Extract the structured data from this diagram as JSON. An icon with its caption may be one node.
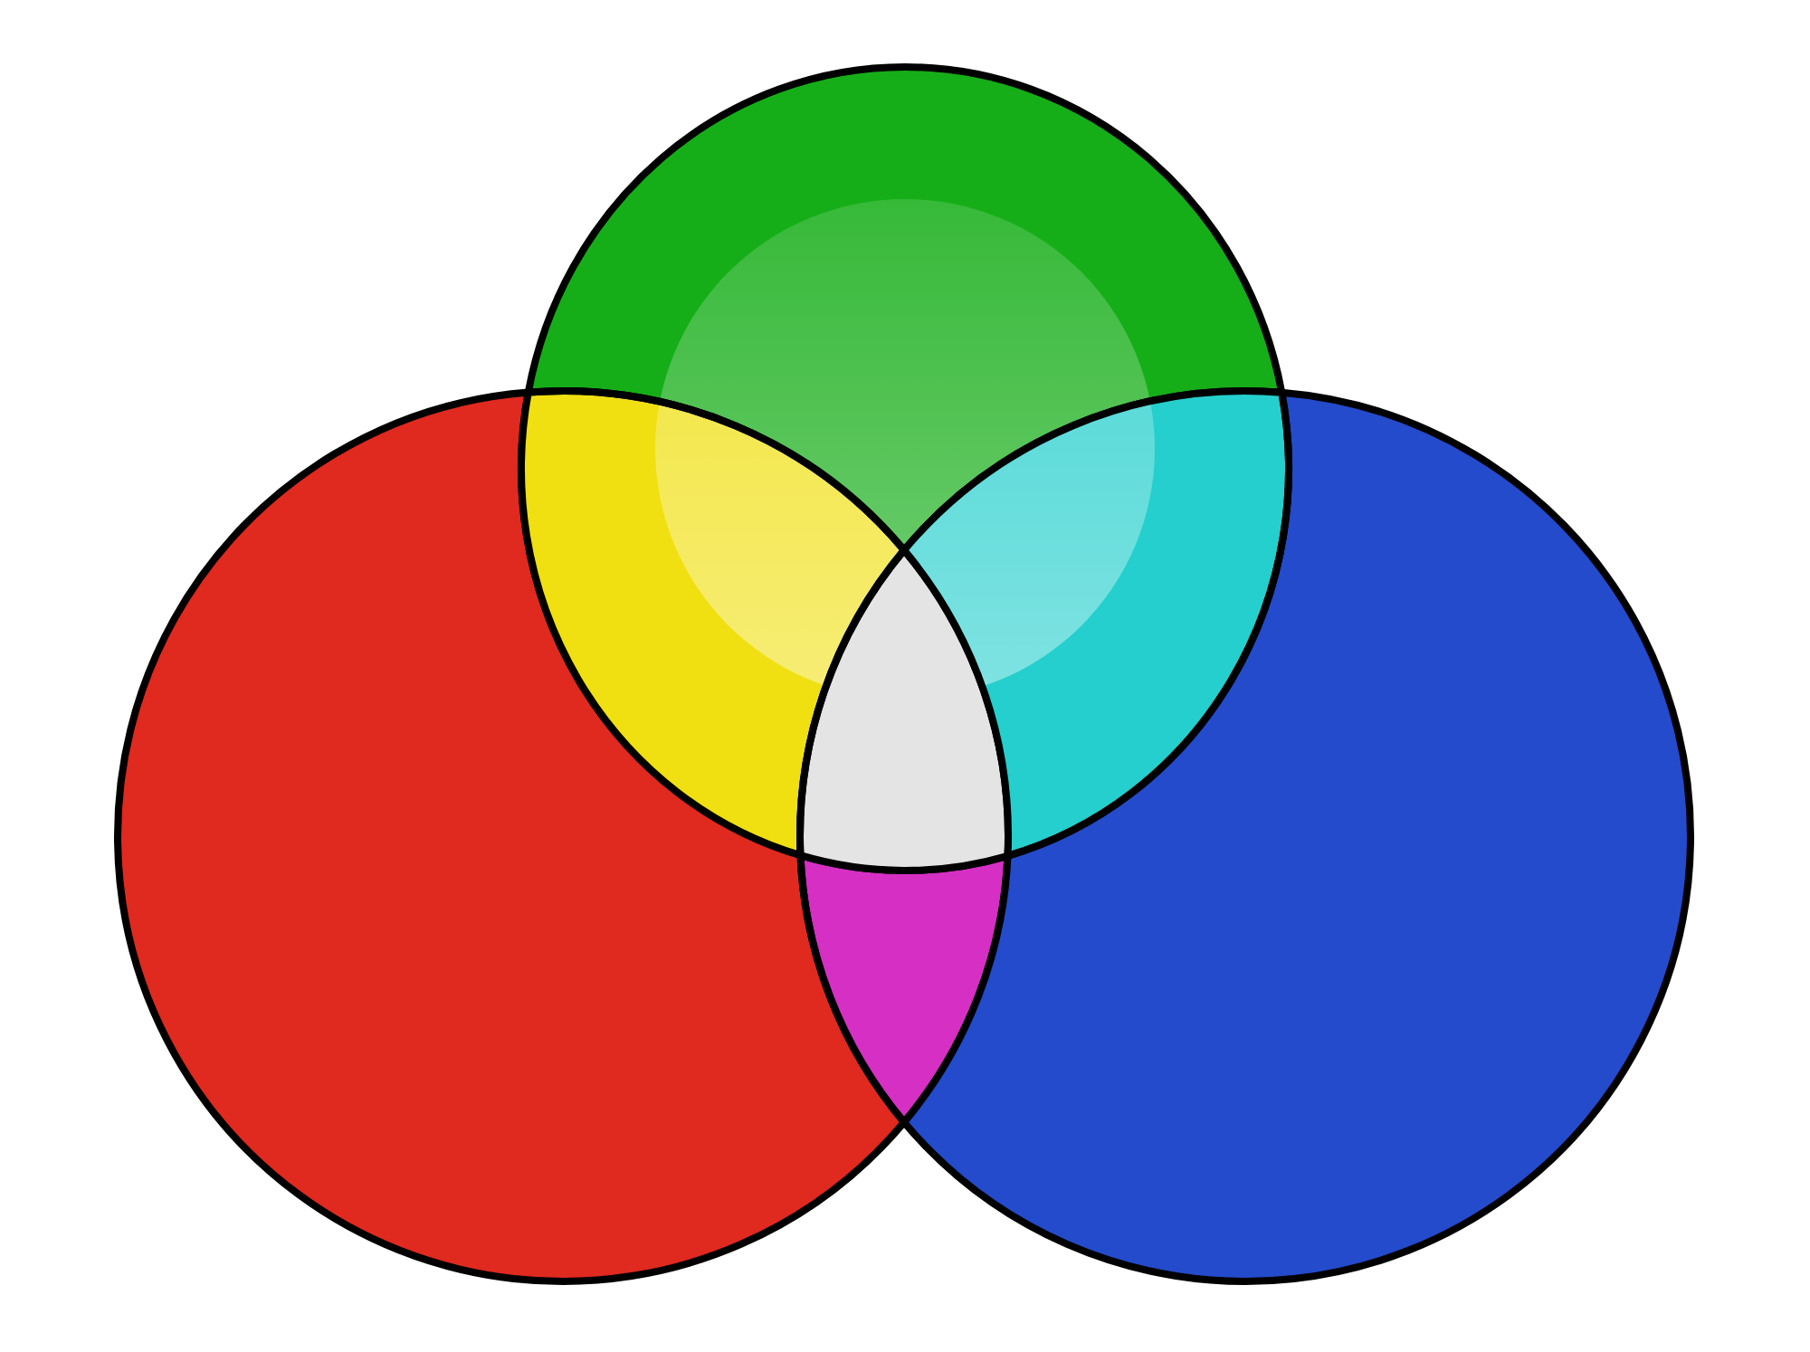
{
  "diagram": {
    "nodes": [
      {
        "text": [],
        "shape": "circle"
      },
      {
        "text": [],
        "shape": "circle"
      },
      {
        "text": [],
        "shape": "circle"
      }
    ]
  }
}
